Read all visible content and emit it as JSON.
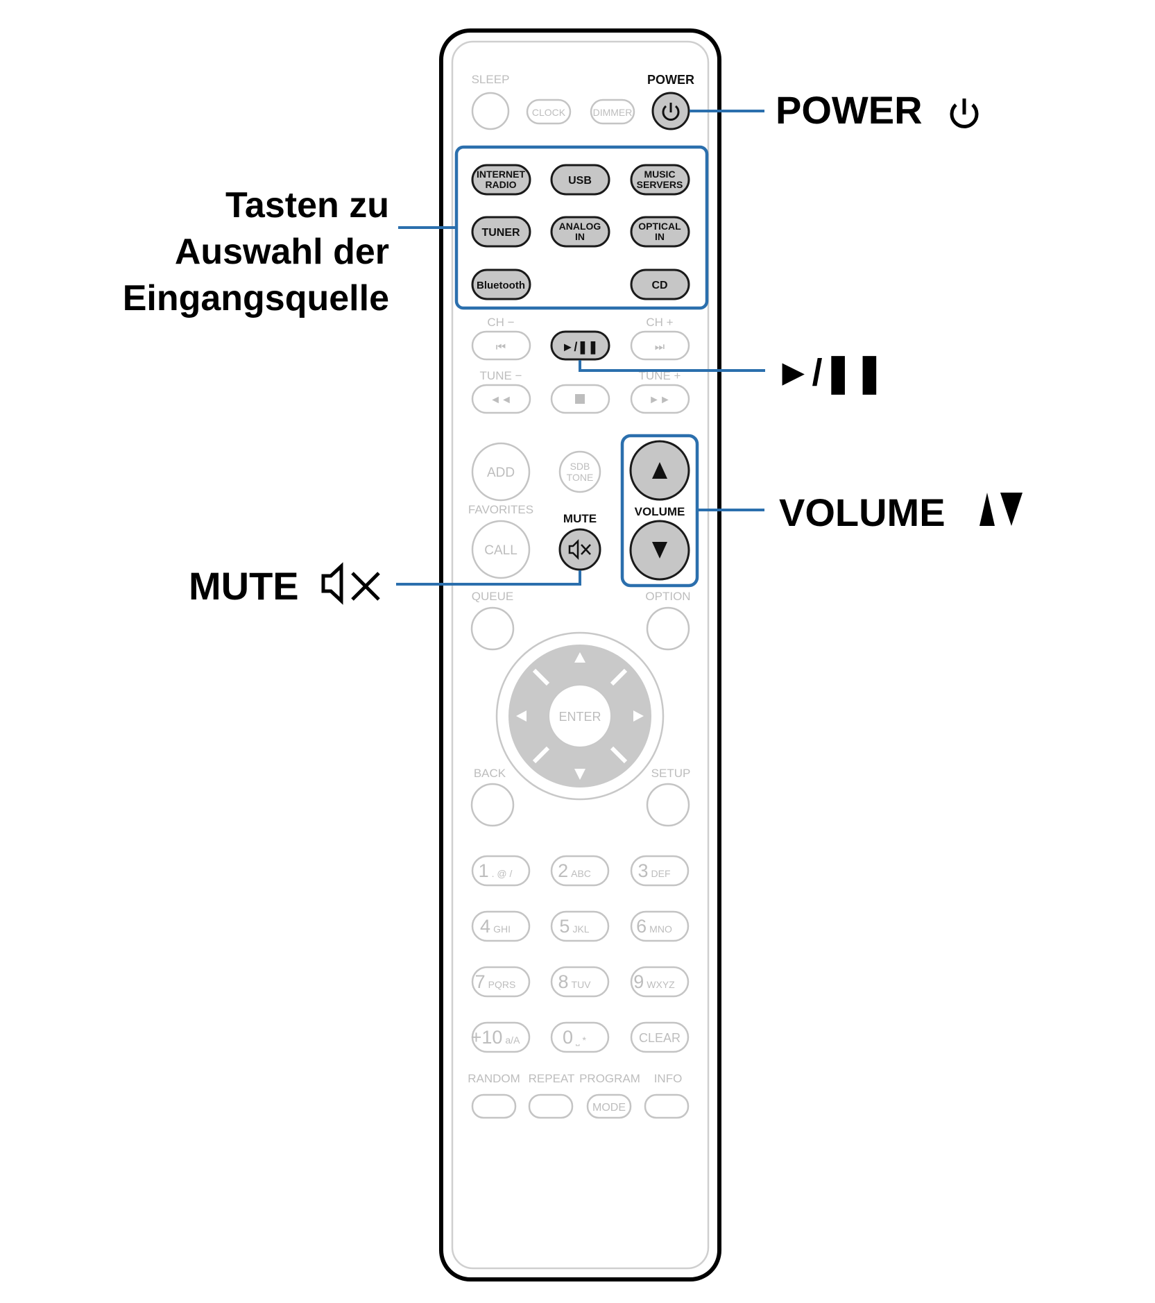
{
  "remote": {
    "top": {
      "sleep": "SLEEP",
      "clock": "CLOCK",
      "dimmer": "DIMMER",
      "power": "POWER"
    },
    "sources": {
      "internet_radio": [
        "INTERNET",
        "RADIO"
      ],
      "usb": "USB",
      "music_servers": [
        "MUSIC",
        "SERVERS"
      ],
      "tuner": "TUNER",
      "analog_in": [
        "ANALOG",
        "IN"
      ],
      "optical_in": [
        "OPTICAL",
        "IN"
      ],
      "bluetooth": "Bluetooth",
      "cd": "CD"
    },
    "transport": {
      "ch_minus": "CH −",
      "ch_plus": "CH +",
      "tune_minus": "TUNE −",
      "tune_plus": "TUNE +"
    },
    "mid": {
      "add": "ADD",
      "sdb_tone": [
        "SDB",
        "TONE"
      ],
      "favorites": "FAVORITES",
      "call": "CALL",
      "mute": "MUTE",
      "volume": "VOLUME",
      "queue": "QUEUE",
      "option": "OPTION"
    },
    "nav": {
      "enter": "ENTER",
      "back": "BACK",
      "setup": "SETUP"
    },
    "numpad": [
      {
        "num": "1",
        "sub": ". @ /"
      },
      {
        "num": "2",
        "sub": "ABC"
      },
      {
        "num": "3",
        "sub": "DEF"
      },
      {
        "num": "4",
        "sub": "GHI"
      },
      {
        "num": "5",
        "sub": "JKL"
      },
      {
        "num": "6",
        "sub": "MNO"
      },
      {
        "num": "7",
        "sub": "PQRS"
      },
      {
        "num": "8",
        "sub": "TUV"
      },
      {
        "num": "9",
        "sub": "WXYZ"
      },
      {
        "num": "+10",
        "sub": "a/A"
      },
      {
        "num": "0",
        "sub": "⎵ *"
      },
      {
        "num": "CLEAR",
        "sub": ""
      }
    ],
    "bottom": {
      "random": "RANDOM",
      "repeat": "REPEAT",
      "program": "PROGRAM",
      "info": "INFO",
      "mode": "MODE"
    }
  },
  "callouts": {
    "power": "POWER",
    "source_select": [
      "Tasten zu",
      "Auswahl der",
      "Eingangsquelle"
    ],
    "play_pause": "►/❚❚",
    "volume": "VOLUME",
    "mute": "MUTE"
  },
  "colors": {
    "highlight": "#2b6fad",
    "faint": "#c4c4c4",
    "active_fill": "#c6c6c6"
  }
}
